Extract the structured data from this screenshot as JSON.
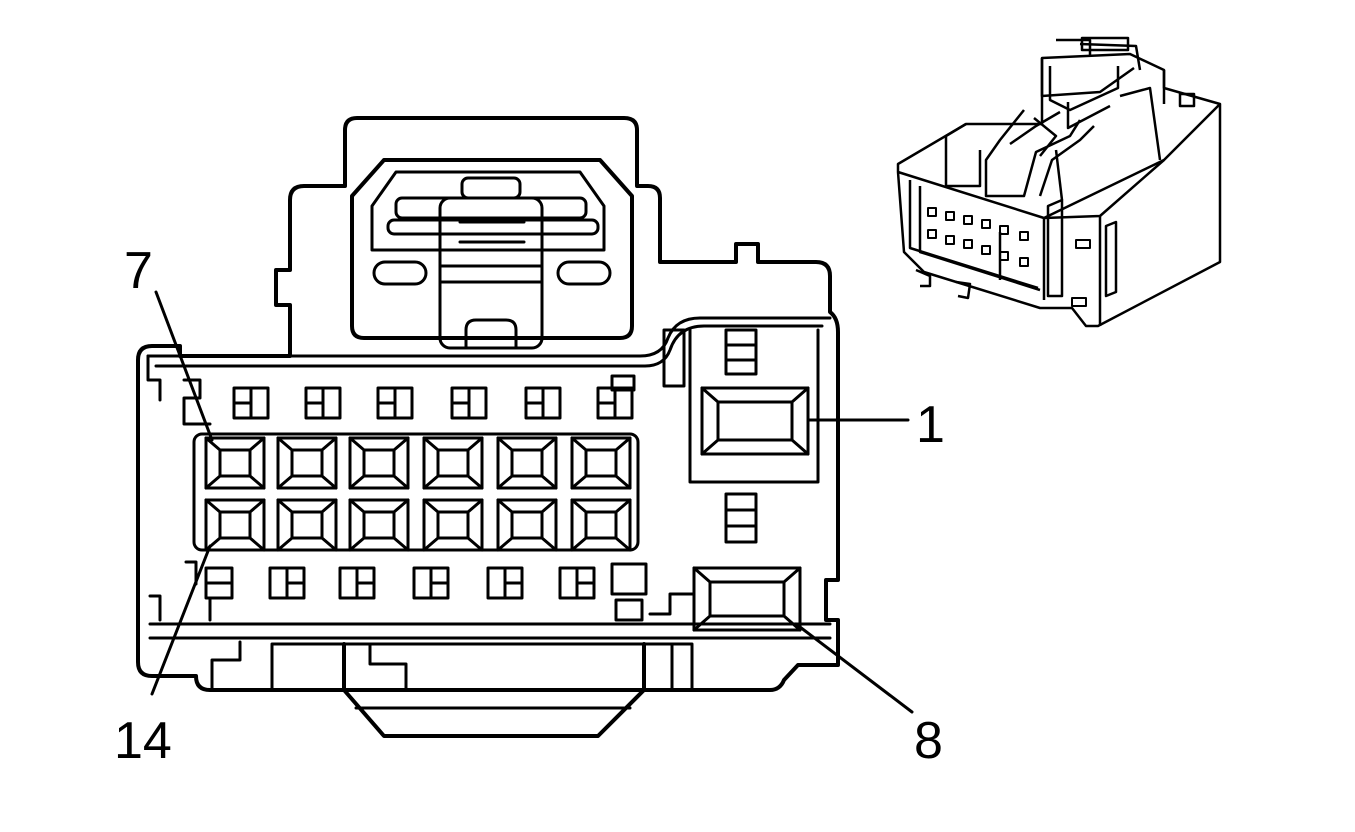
{
  "labels": {
    "pin_7": "7",
    "pin_1": "1",
    "pin_14": "14",
    "pin_8": "8"
  },
  "colors": {
    "line": "#000000",
    "background": "#ffffff"
  }
}
